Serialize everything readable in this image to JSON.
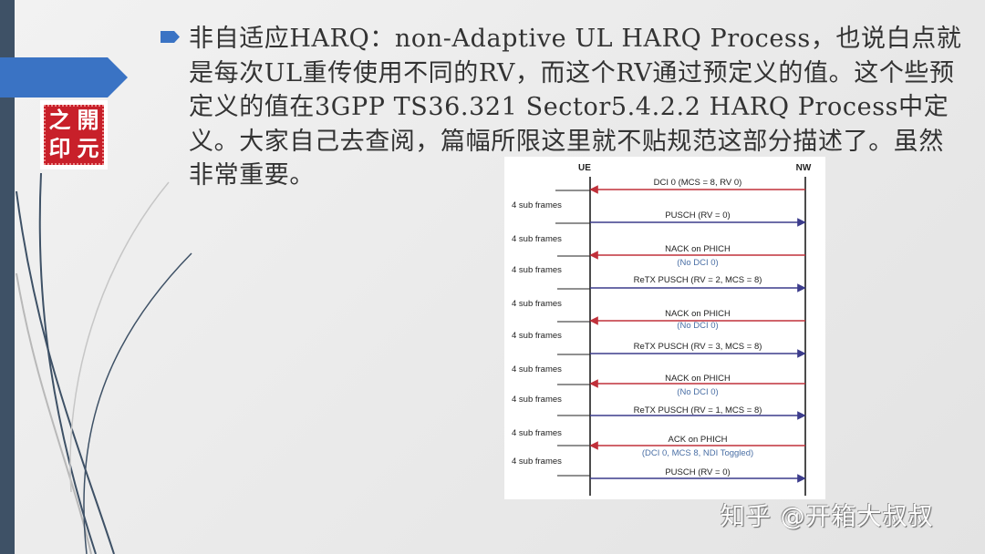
{
  "slide": {
    "bullet_text": "非自适应HARQ：non-Adaptive UL HARQ Process，也说白点就是每次UL重传使用不同的RV，而这个RV通过预定义的值。这个些预定义的值在3GPP TS36.321 Sector5.4.2.2 HARQ Process中定义。大家自己去查阅，篇幅所限这里就不贴规范这部分描述了。虽然非常重要。",
    "seal_chars": [
      "之",
      "開",
      "印",
      "元"
    ],
    "watermark": "知乎 @开箱大叔叔"
  },
  "colors": {
    "sidebar": "#3e5166",
    "accent_blue": "#3a73c4",
    "seal_red": "#c8202a",
    "downlink_arrow": "#c0303a",
    "uplink_arrow": "#3c3c8c",
    "note_text": "#4a6fa5"
  },
  "diagram": {
    "left_entity": "UE",
    "right_entity": "NW",
    "gap_label": "4 sub frames",
    "messages": [
      {
        "label": "DCI 0 (MCS = 8, RV 0)",
        "direction": "NW->UE",
        "note": ""
      },
      {
        "label": "PUSCH (RV = 0)",
        "direction": "UE->NW",
        "note": ""
      },
      {
        "label": "NACK on PHICH",
        "direction": "NW->UE",
        "note": "(No DCI 0)"
      },
      {
        "label": "ReTX PUSCH (RV = 2, MCS = 8)",
        "direction": "UE->NW",
        "note": ""
      },
      {
        "label": "NACK on PHICH",
        "direction": "NW->UE",
        "note": "(No DCI 0)"
      },
      {
        "label": "ReTX PUSCH (RV = 3, MCS = 8)",
        "direction": "UE->NW",
        "note": ""
      },
      {
        "label": "NACK on PHICH",
        "direction": "NW->UE",
        "note": "(No DCI 0)"
      },
      {
        "label": "ReTX PUSCH (RV = 1, MCS = 8)",
        "direction": "UE->NW",
        "note": ""
      },
      {
        "label": "ACK on PHICH",
        "direction": "NW->UE",
        "note": "(DCI 0, MCS 8, NDI Toggled)"
      },
      {
        "label": "PUSCH (RV = 0)",
        "direction": "UE->NW",
        "note": ""
      }
    ]
  }
}
